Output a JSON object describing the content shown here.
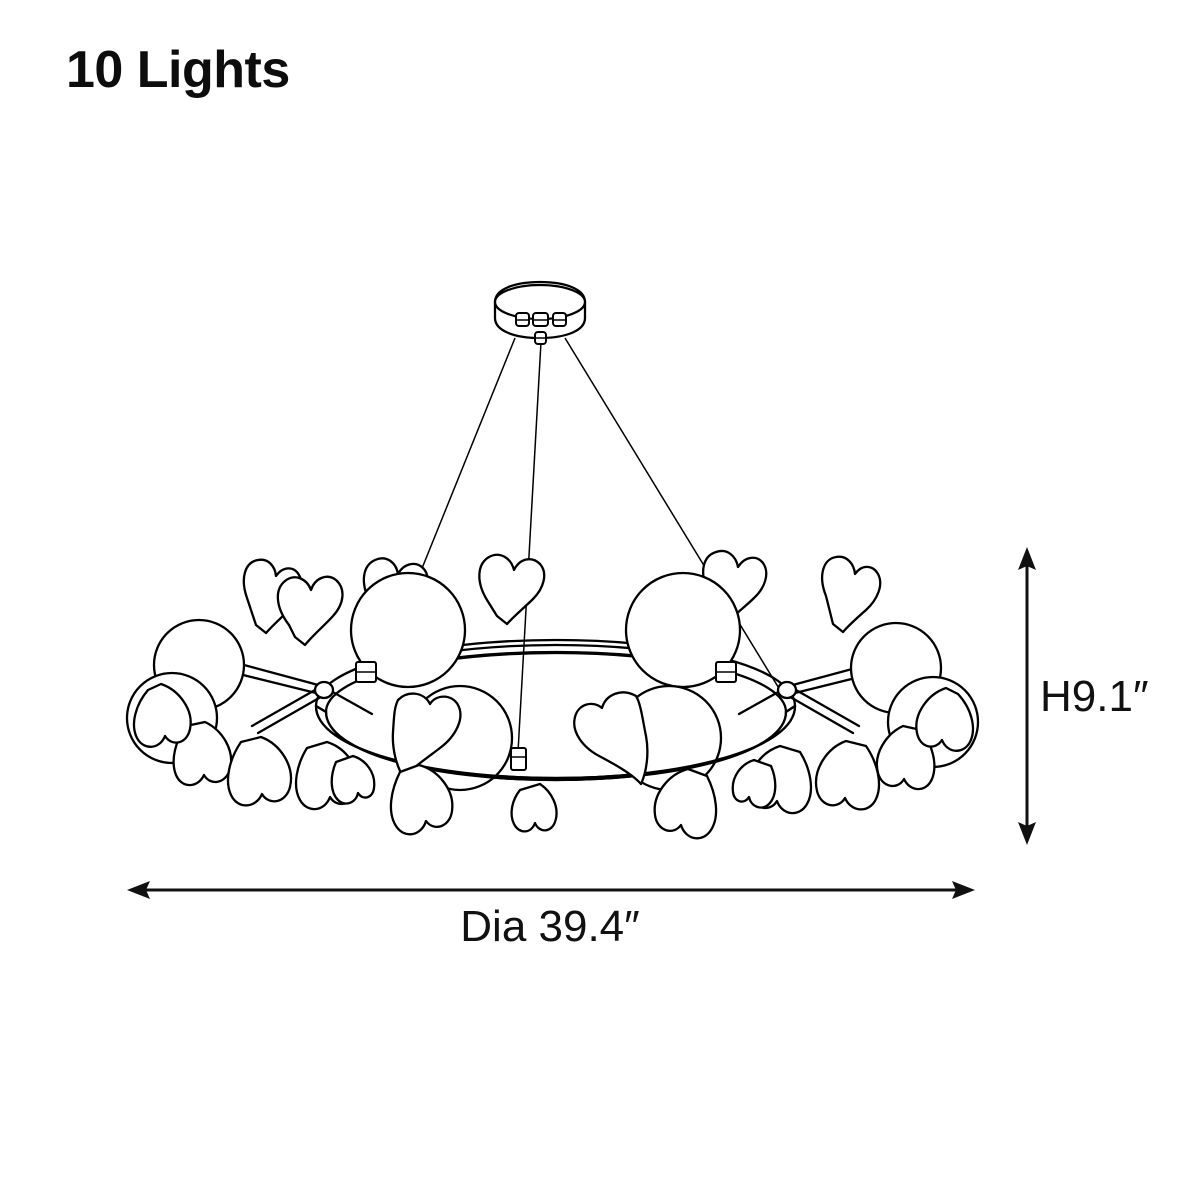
{
  "diagram": {
    "title": "10 Lights",
    "product": "ring chandelier with glass globes and ginkgo leaf decor",
    "background_color": "#ffffff",
    "line_color": "#000000",
    "dimensions": {
      "width_label": "Dia 39.4″",
      "height_label": "H9.1″",
      "width_value": 39.4,
      "height_value": 9.1,
      "unit": "inch"
    },
    "light_count": 10,
    "parts": {
      "canopy": "ceiling canopy disc",
      "canopy_loops": 3,
      "suspension_cables": 3,
      "ring": "elliptical ring frame",
      "cross_bar": "ring cross brace",
      "globes": 10,
      "leaf_clusters": 10
    }
  }
}
